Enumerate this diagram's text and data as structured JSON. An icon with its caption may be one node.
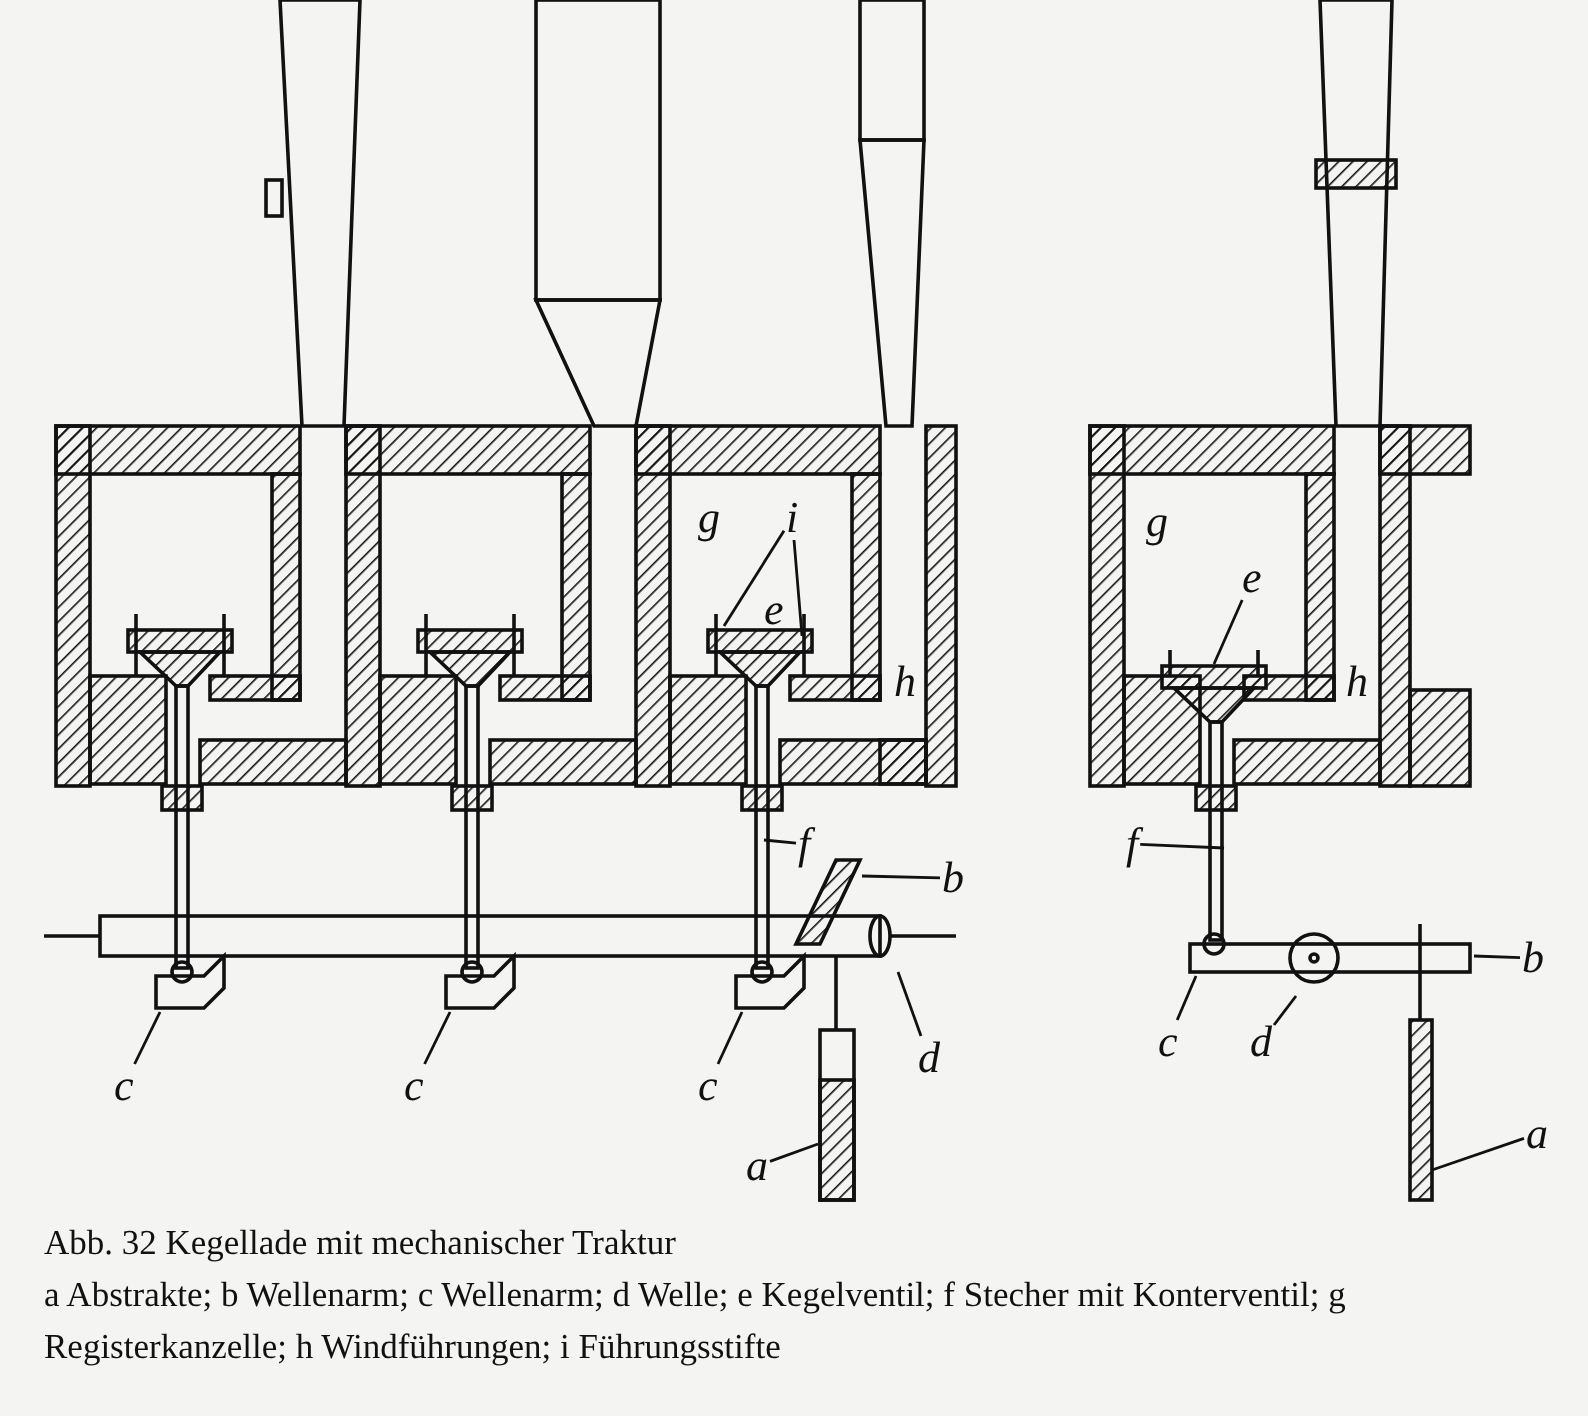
{
  "diagram": {
    "caption": "Abb. 32 Kegellade mit mechanischer Traktur",
    "nodes": [
      {
        "text": [
          "i"
        ]
      },
      {
        "text": [
          "e"
        ]
      },
      {
        "text": [
          "f"
        ]
      },
      {
        "text": [
          "f"
        ]
      },
      {
        "text": [
          "b"
        ]
      },
      {
        "text": [
          "b"
        ]
      },
      {
        "text": [
          "c"
        ]
      },
      {
        "text": [
          "c"
        ]
      },
      {
        "text": [
          "c"
        ]
      },
      {
        "text": [
          "d"
        ]
      },
      {
        "text": [
          "c"
        ]
      },
      {
        "text": [
          "d"
        ]
      },
      {
        "text": [
          "a"
        ]
      },
      {
        "text": [
          "a"
        ]
      }
    ],
    "edges": [
      {
        "from": 0,
        "to": null,
        "arrow": "none"
      },
      {
        "from": 0,
        "to": null,
        "arrow": "none"
      },
      {
        "from": 1,
        "to": null,
        "arrow": "none"
      },
      {
        "from": 2,
        "to": null,
        "arrow": "none"
      },
      {
        "from": 3,
        "to": null,
        "arrow": "none"
      },
      {
        "from": 4,
        "to": null,
        "arrow": "none"
      },
      {
        "from": 5,
        "to": null,
        "arrow": "none"
      },
      {
        "from": 6,
        "to": null,
        "arrow": "none"
      },
      {
        "from": 7,
        "to": null,
        "arrow": "none"
      },
      {
        "from": 8,
        "to": null,
        "arrow": "none"
      },
      {
        "from": 9,
        "to": null,
        "arrow": "none"
      },
      {
        "from": 10,
        "to": null,
        "arrow": "none"
      },
      {
        "from": 11,
        "to": null,
        "arrow": "none"
      },
      {
        "from": 12,
        "to": null,
        "arrow": "none"
      },
      {
        "from": 13,
        "to": null,
        "arrow": "none"
      }
    ],
    "labels": [
      "g",
      "g",
      "e",
      "h",
      "h",
      "a Abstrakte; b Wellenarm; c Wellenarm; d Welle; e Kegelventil; f Stecher mit Konterventil; g Registerkanzelle; h Windführungen; i Führungsstifte"
    ]
  }
}
